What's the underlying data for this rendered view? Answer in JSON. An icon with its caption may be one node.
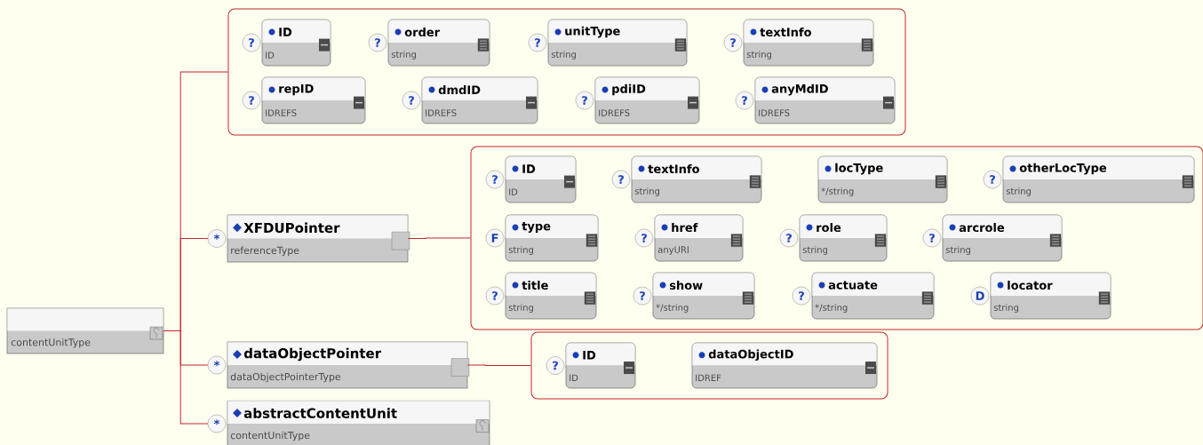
{
  "diagram": {
    "nodes": [
      {
        "text": [
          "contentUnitType"
        ]
      },
      {
        "text": [],
        "shape": "box"
      },
      {
        "text": [
          "ID",
          "ID"
        ],
        "beside": [
          "?"
        ],
        "in": 1
      },
      {
        "text": [
          "order",
          "string"
        ],
        "beside": [
          "?"
        ],
        "in": 1
      },
      {
        "text": [
          "unitType",
          "string"
        ],
        "beside": [
          "?"
        ],
        "in": 1
      },
      {
        "text": [
          "textInfo",
          "string"
        ],
        "beside": [
          "?"
        ],
        "in": 1
      },
      {
        "text": [
          "repID",
          "IDREFS"
        ],
        "beside": [
          "?"
        ],
        "in": 1
      },
      {
        "text": [
          "dmdID",
          "IDREFS"
        ],
        "beside": [
          "?"
        ],
        "in": 1
      },
      {
        "text": [
          "pdiID",
          "IDREFS"
        ],
        "beside": [
          "?"
        ],
        "in": 1
      },
      {
        "text": [
          "anyMdID",
          "IDREFS"
        ],
        "beside": [
          "?"
        ],
        "in": 1
      },
      {
        "text": [
          "XFDUPointer",
          "referenceType"
        ],
        "beside": [
          "*"
        ]
      },
      {
        "text": [],
        "shape": "box"
      },
      {
        "text": [
          "ID",
          "ID"
        ],
        "beside": [
          "?"
        ],
        "in": 11
      },
      {
        "text": [
          "textInfo",
          "string"
        ],
        "beside": [
          "?"
        ],
        "in": 11
      },
      {
        "text": [
          "locType",
          "*/string"
        ],
        "in": 11
      },
      {
        "text": [
          "otherLocType",
          "string"
        ],
        "beside": [
          "?"
        ],
        "in": 11
      },
      {
        "text": [
          "type",
          "string"
        ],
        "beside": [
          "F"
        ],
        "in": 11
      },
      {
        "text": [
          "href",
          "anyURI"
        ],
        "beside": [
          "?"
        ],
        "in": 11
      },
      {
        "text": [
          "role",
          "string"
        ],
        "beside": [
          "?"
        ],
        "in": 11
      },
      {
        "text": [
          "arcrole",
          "string"
        ],
        "beside": [
          "?"
        ],
        "in": 11
      },
      {
        "text": [
          "title",
          "string"
        ],
        "beside": [
          "?"
        ],
        "in": 11
      },
      {
        "text": [
          "show",
          "*/string"
        ],
        "beside": [
          "?"
        ],
        "in": 11
      },
      {
        "text": [
          "actuate",
          "*/string"
        ],
        "beside": [
          "?"
        ],
        "in": 11
      },
      {
        "text": [
          "locator",
          "string"
        ],
        "beside": [
          "D"
        ],
        "in": 11
      },
      {
        "text": [
          "dataObjectPointer",
          "dataObjectPointerType"
        ],
        "beside": [
          "*"
        ]
      },
      {
        "text": [],
        "shape": "box"
      },
      {
        "text": [
          "ID",
          "ID"
        ],
        "beside": [
          "?"
        ],
        "in": 25
      },
      {
        "text": [
          "dataObjectID",
          "IDREF"
        ],
        "in": 25
      },
      {
        "text": [
          "abstractContentUnit",
          "contentUnitType"
        ],
        "beside": [
          "*"
        ]
      }
    ],
    "edges": [
      {
        "from": 0,
        "to": 1,
        "arrow": "none"
      },
      {
        "from": 0,
        "to": 10,
        "arrow": "none"
      },
      {
        "from": 0,
        "to": 24,
        "arrow": "none"
      },
      {
        "from": 0,
        "to": 28,
        "arrow": "none"
      },
      {
        "from": 10,
        "to": 11,
        "arrow": "none"
      },
      {
        "from": 24,
        "to": 25,
        "arrow": "none"
      }
    ]
  }
}
